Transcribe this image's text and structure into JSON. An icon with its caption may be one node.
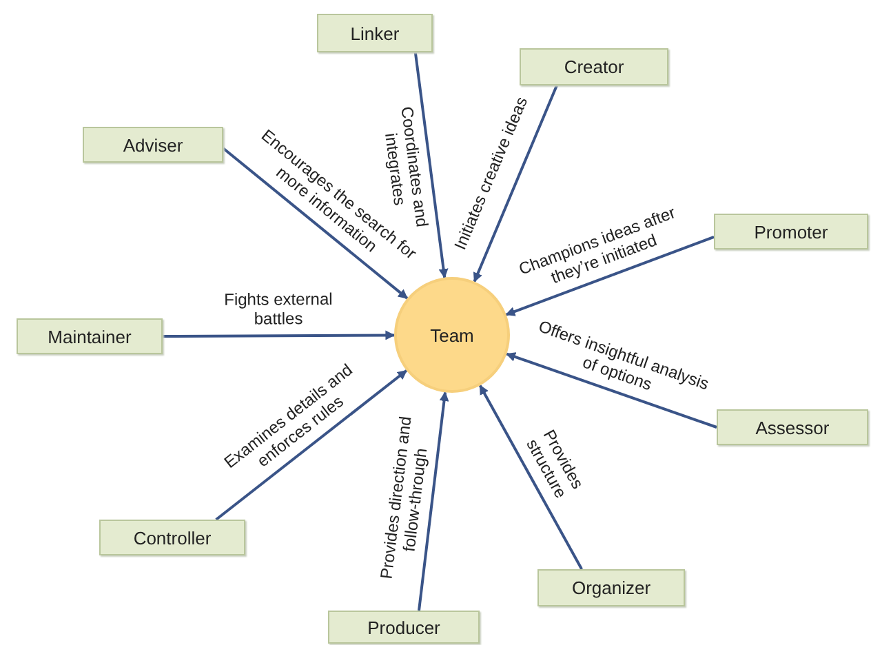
{
  "diagram": {
    "nodes": [
      {
        "text": [
          "Team"
        ]
      },
      {
        "text": [
          "Linker"
        ]
      },
      {
        "text": [
          "Creator"
        ]
      },
      {
        "text": [
          "Adviser"
        ]
      },
      {
        "text": [
          "Promoter"
        ]
      },
      {
        "text": [
          "Maintainer"
        ]
      },
      {
        "text": [
          "Assessor"
        ]
      },
      {
        "text": [
          "Controller"
        ]
      },
      {
        "text": [
          "Organizer"
        ]
      },
      {
        "text": [
          "Producer"
        ]
      }
    ],
    "edges": [
      {
        "from": 1,
        "to": 0,
        "arrow": "to",
        "label": "Coordinates and integrates"
      },
      {
        "from": 2,
        "to": 0,
        "arrow": "to",
        "label": "Initiates creative ideas"
      },
      {
        "from": 3,
        "to": 0,
        "arrow": "to",
        "label": "Encourages the search for more information"
      },
      {
        "from": 4,
        "to": 0,
        "arrow": "to",
        "label": "Champions ideas after they’re initiated"
      },
      {
        "from": 5,
        "to": 0,
        "arrow": "to",
        "label": "Fights external battles"
      },
      {
        "from": 6,
        "to": 0,
        "arrow": "to",
        "label": "Offers insightful analysis of options"
      },
      {
        "from": 7,
        "to": 0,
        "arrow": "to",
        "label": "Examines details and enforces rules"
      },
      {
        "from": 8,
        "to": 0,
        "arrow": "to",
        "label": "Provides structure"
      },
      {
        "from": 9,
        "to": 0,
        "arrow": "to",
        "label": "Provides direction and follow-through"
      }
    ]
  }
}
